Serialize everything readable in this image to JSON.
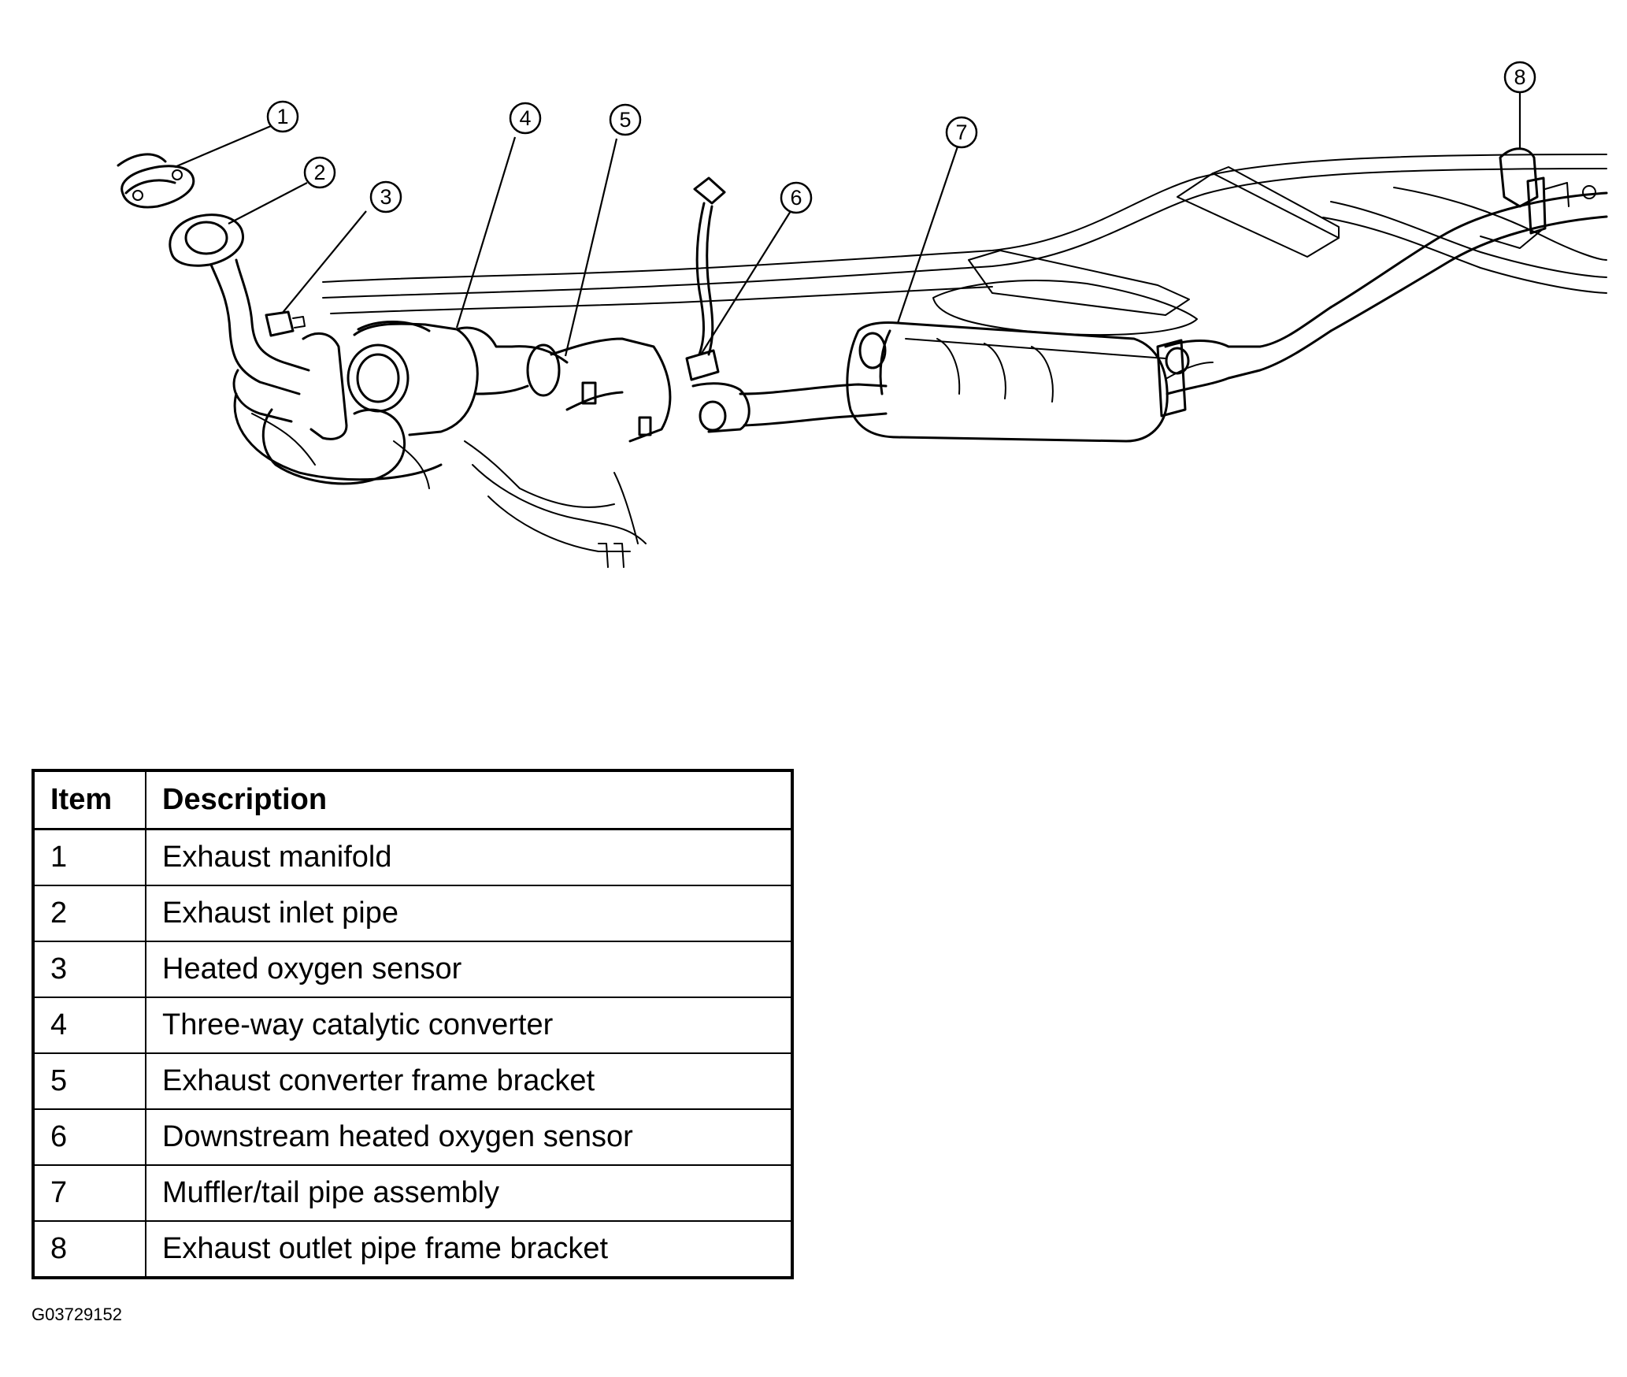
{
  "diagram": {
    "callouts": [
      "1",
      "2",
      "3",
      "4",
      "5",
      "6",
      "7",
      "8"
    ]
  },
  "legend": {
    "headers": {
      "item": "Item",
      "description": "Description"
    },
    "rows": [
      {
        "item": "1",
        "description": "Exhaust manifold"
      },
      {
        "item": "2",
        "description": "Exhaust inlet pipe"
      },
      {
        "item": "3",
        "description": "Heated oxygen sensor"
      },
      {
        "item": "4",
        "description": "Three-way catalytic converter"
      },
      {
        "item": "5",
        "description": "Exhaust converter frame bracket"
      },
      {
        "item": "6",
        "description": "Downstream heated oxygen sensor"
      },
      {
        "item": "7",
        "description": "Muffler/tail pipe assembly"
      },
      {
        "item": "8",
        "description": "Exhaust outlet pipe frame bracket"
      }
    ]
  },
  "figure_id": "G03729152"
}
